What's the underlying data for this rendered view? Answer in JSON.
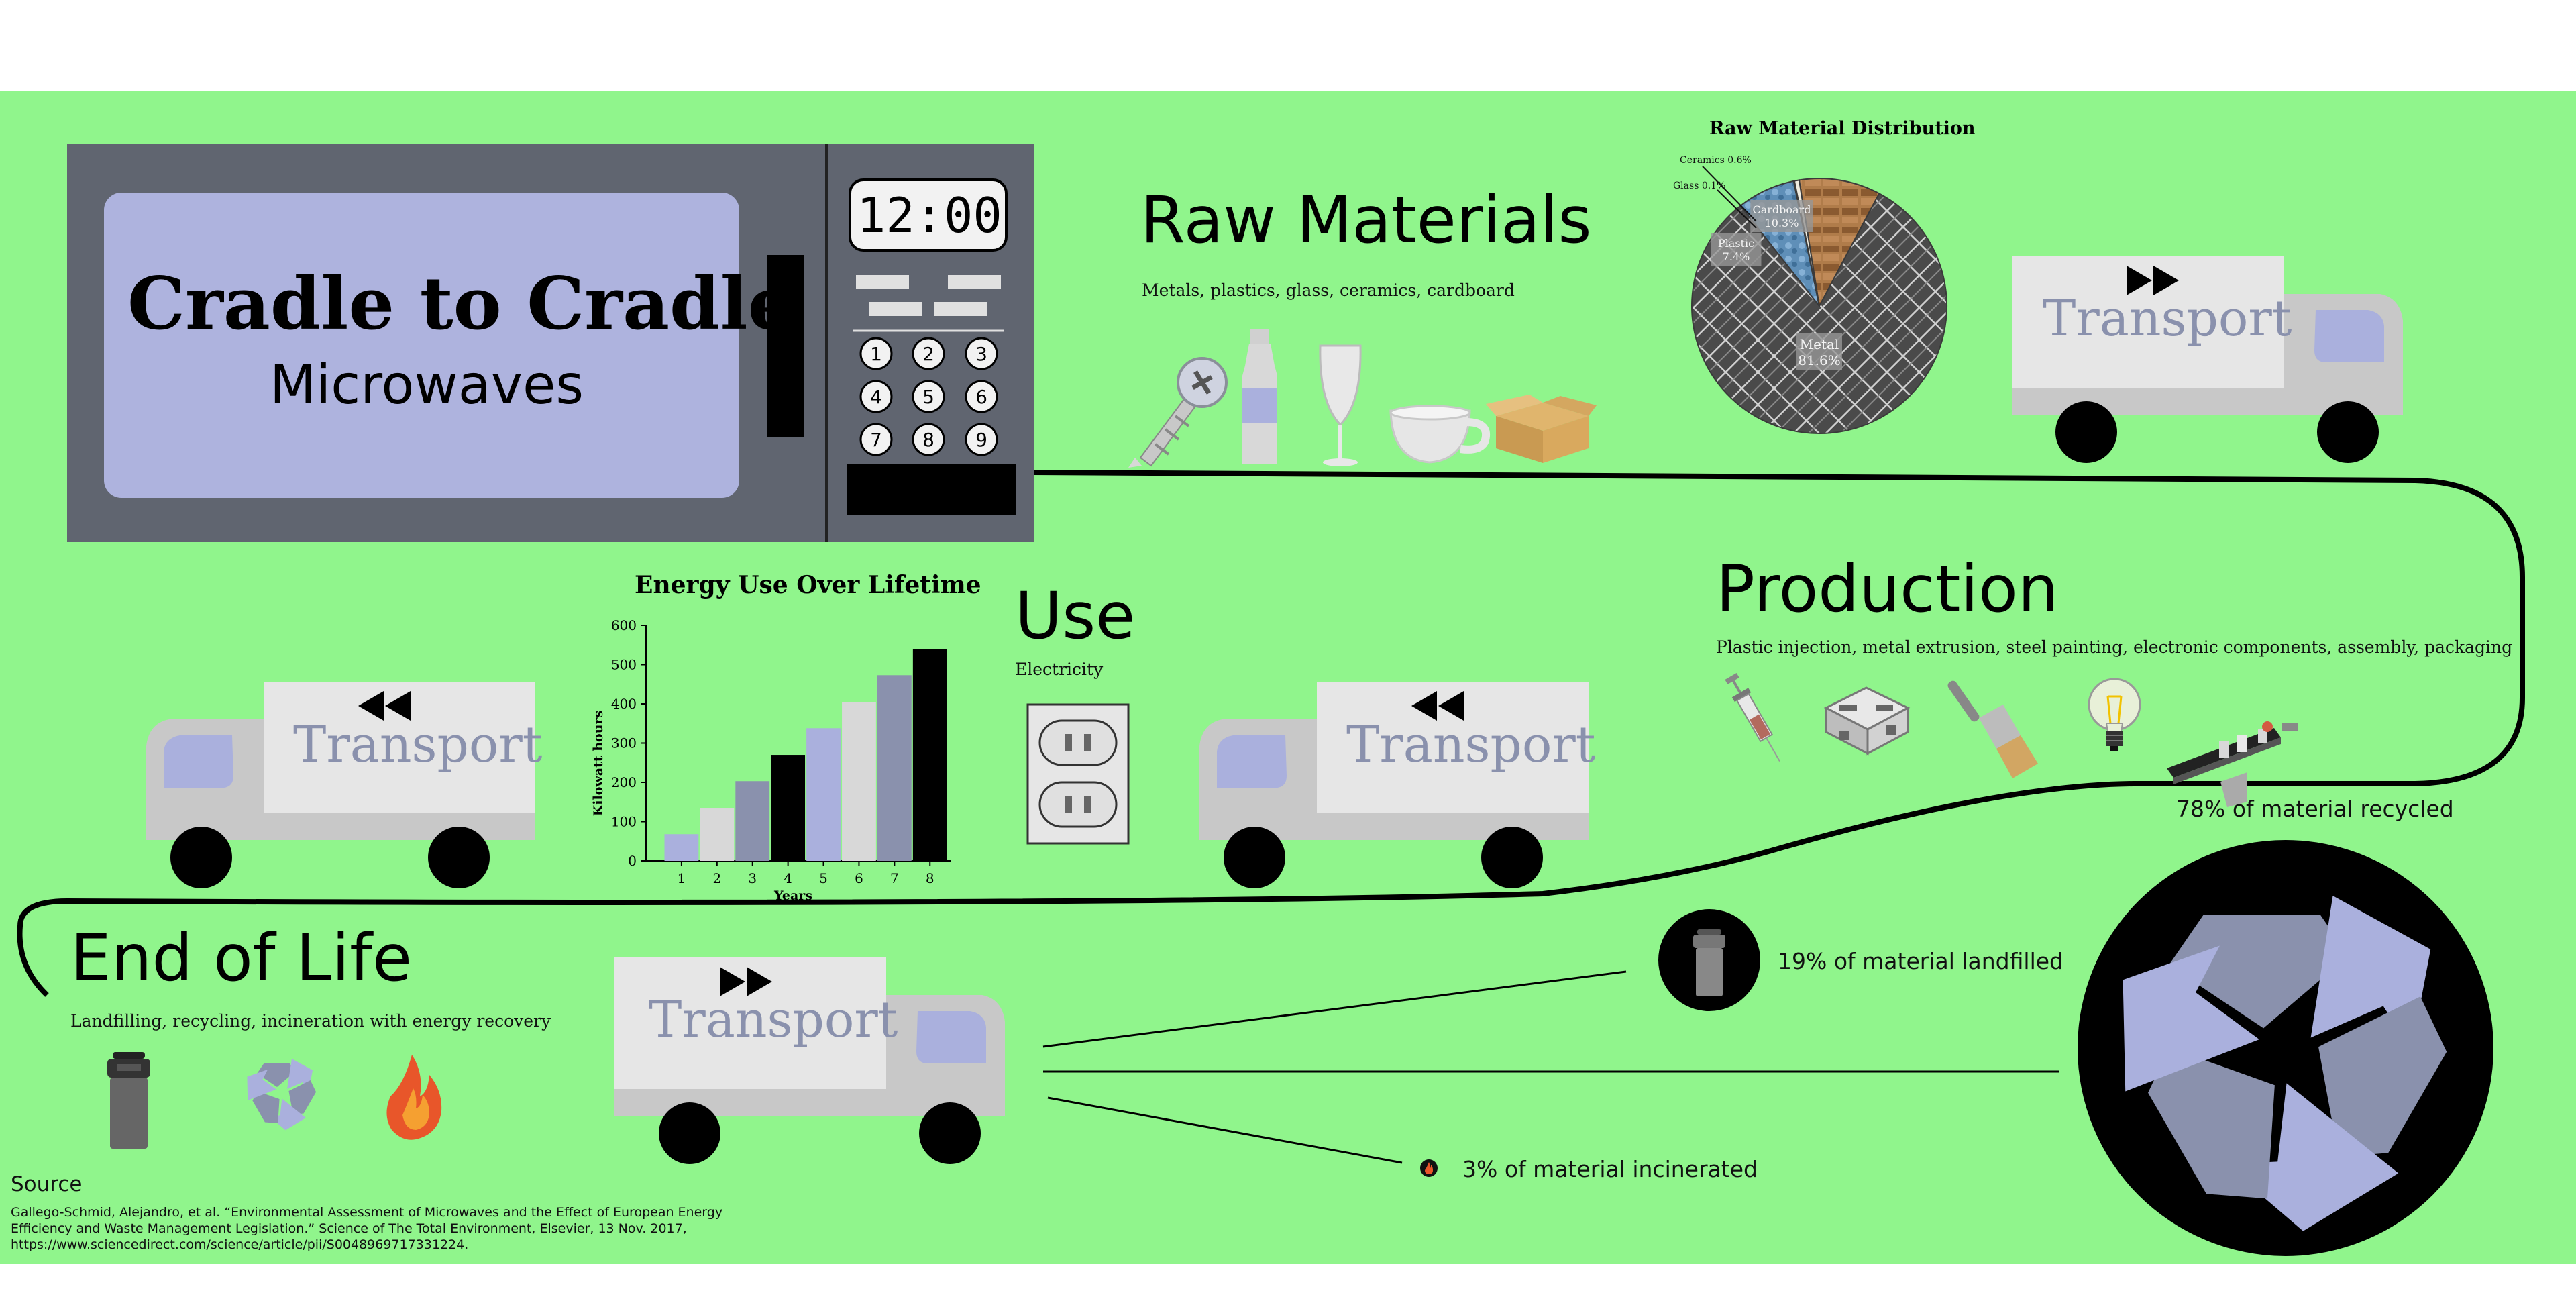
{
  "header": {
    "title": "Cradle to Cradle",
    "subtitle": "Microwaves"
  },
  "microwave": {
    "clock": "12:00",
    "keypad": [
      "1",
      "2",
      "3",
      "4",
      "5",
      "6",
      "7",
      "8",
      "9"
    ]
  },
  "stages": {
    "raw": {
      "title": "Raw Materials",
      "desc": "Metals, plastics, glass, ceramics, cardboard"
    },
    "production": {
      "title": "Production",
      "desc": "Plastic injection, metal extrusion, steel painting, electronic components, assembly, packaging"
    },
    "use": {
      "title": "Use",
      "desc": "Electricity"
    },
    "eol": {
      "title": "End of Life",
      "desc": "Landfilling, recycling, incineration with energy recovery"
    }
  },
  "transport": {
    "label": "Transport"
  },
  "pie": {
    "title": "Raw Material Distribution",
    "slices": [
      {
        "name": "Metal",
        "label": "Metal\n81.6%",
        "value": 81.6
      },
      {
        "name": "Plastic",
        "label": "Plastic\n7.4%",
        "value": 7.4
      },
      {
        "name": "Glass",
        "label": "Glass 0.1%",
        "value": 0.1
      },
      {
        "name": "Ceramics",
        "label": "Ceramics 0.6%",
        "value": 0.6
      },
      {
        "name": "Cardboard",
        "label": "Cardboard\n10.3%",
        "value": 10.3
      }
    ]
  },
  "chart_data": {
    "type": "bar",
    "title": "Energy Use Over Lifetime",
    "xlabel": "Years",
    "ylabel": "Kilowatt hours",
    "categories": [
      "1",
      "2",
      "3",
      "4",
      "5",
      "6",
      "7",
      "8"
    ],
    "values": [
      68,
      135,
      203,
      270,
      338,
      405,
      473,
      540
    ],
    "ylim": [
      0,
      600
    ],
    "yticks": [
      "0",
      "100",
      "200",
      "300",
      "400",
      "500",
      "600"
    ],
    "colors": [
      "#aab0dd",
      "#d8d8d8",
      "#8a91ad",
      "#000000",
      "#aab0dd",
      "#d8d8d8",
      "#8a91ad",
      "#000000"
    ],
    "grid": false
  },
  "outcomes": {
    "recycled": "78% of material recycled",
    "landfilled": "19% of material landfilled",
    "incinerated": "3% of material incinerated"
  },
  "source": {
    "heading": "Source",
    "text": "Gallego-Schmid, Alejandro, et al. “Environmental Assessment of Microwaves and the Effect of European Energy Efficiency and Waste Management Legislation.” Science of The Total Environment, Elsevier, 13 Nov. 2017, https://www.sciencedirect.com/science/article/pii/S0048969717331224."
  },
  "colors": {
    "background": "#90f58c",
    "microwave_body": "#606570",
    "screen": "#aeb3de",
    "truck_box": "#e6e6e6",
    "truck_cab": "#c8c8c8",
    "truck_window": "#aab0dd",
    "recycle_dark": "#8a91ad",
    "recycle_light": "#aab0dd"
  },
  "icons": [
    "screw-icon",
    "bottle-icon",
    "wine-glass-icon",
    "cup-icon",
    "cardboard-box-icon",
    "syringe-icon",
    "extrusion-icon",
    "paintbrush-icon",
    "lightbulb-icon",
    "conveyor-icon",
    "outlet-icon",
    "trash-can-icon",
    "recycle-icon",
    "fire-icon",
    "fast-forward-icon",
    "rewind-icon"
  ]
}
